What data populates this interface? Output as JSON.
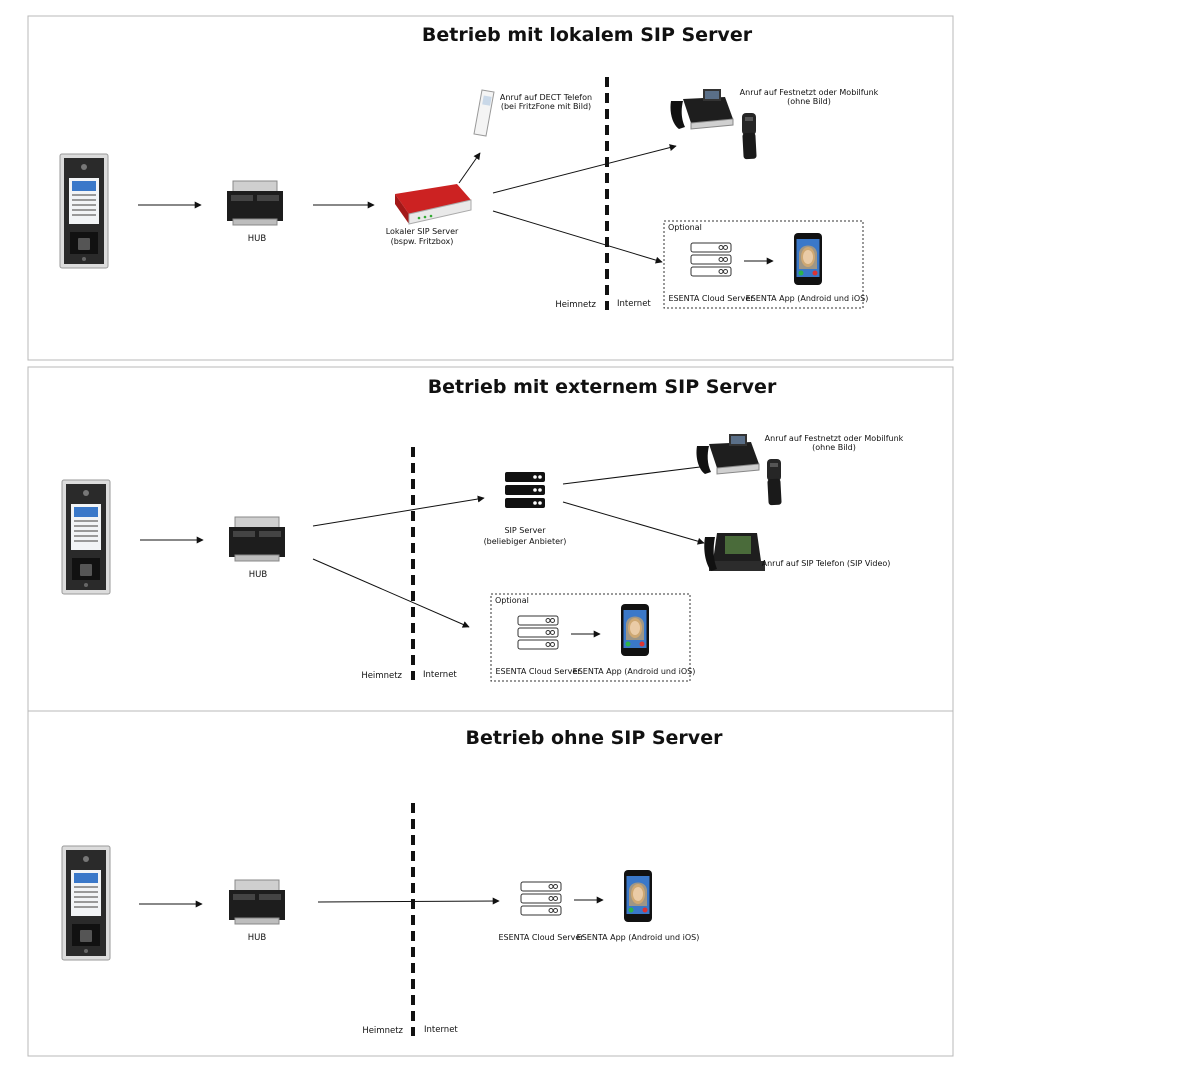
{
  "colors": {
    "border": "#b8b8b8",
    "ink": "#111111",
    "router_red": "#cc2222",
    "screen_blue": "#3a78c9"
  },
  "sections": [
    {
      "title": "Betrieb mit lokalem SIP Server",
      "hub_label": "HUB",
      "router_label_1": "Lokaler SIP Server",
      "router_label_2": "(bspw. Fritzbox)",
      "dect_label_1": "Anruf auf DECT Telefon",
      "dect_label_2": "(bei FritzFone mit Bild)",
      "landline_label_1": "Anruf auf Festnetzt oder Mobilfunk",
      "landline_label_2": "(ohne Bild)",
      "optional_label": "Optional",
      "cloud_label": "ESENTA Cloud Server",
      "app_label": "ESENTA App (Android und iOS)",
      "heimnetz_label": "Heimnetz",
      "internet_label": "Internet"
    },
    {
      "title": "Betrieb mit externem SIP Server",
      "hub_label": "HUB",
      "sip_label_1": "SIP Server",
      "sip_label_2": "(beliebiger Anbieter)",
      "landline_label_1": "Anruf auf Festnetzt oder Mobilfunk",
      "landline_label_2": "(ohne Bild)",
      "sip_phone_label": "Anruf auf SIP Telefon (SIP Video)",
      "optional_label": "Optional",
      "cloud_label": "ESENTA Cloud Server",
      "app_label": "ESENTA App (Android und iOS)",
      "heimnetz_label": "Heimnetz",
      "internet_label": "Internet"
    },
    {
      "title": "Betrieb ohne SIP Server",
      "hub_label": "HUB",
      "cloud_label": "ESENTA Cloud Server",
      "app_label": "ESENTA App (Android und iOS)",
      "heimnetz_label": "Heimnetz",
      "internet_label": "Internet"
    }
  ]
}
